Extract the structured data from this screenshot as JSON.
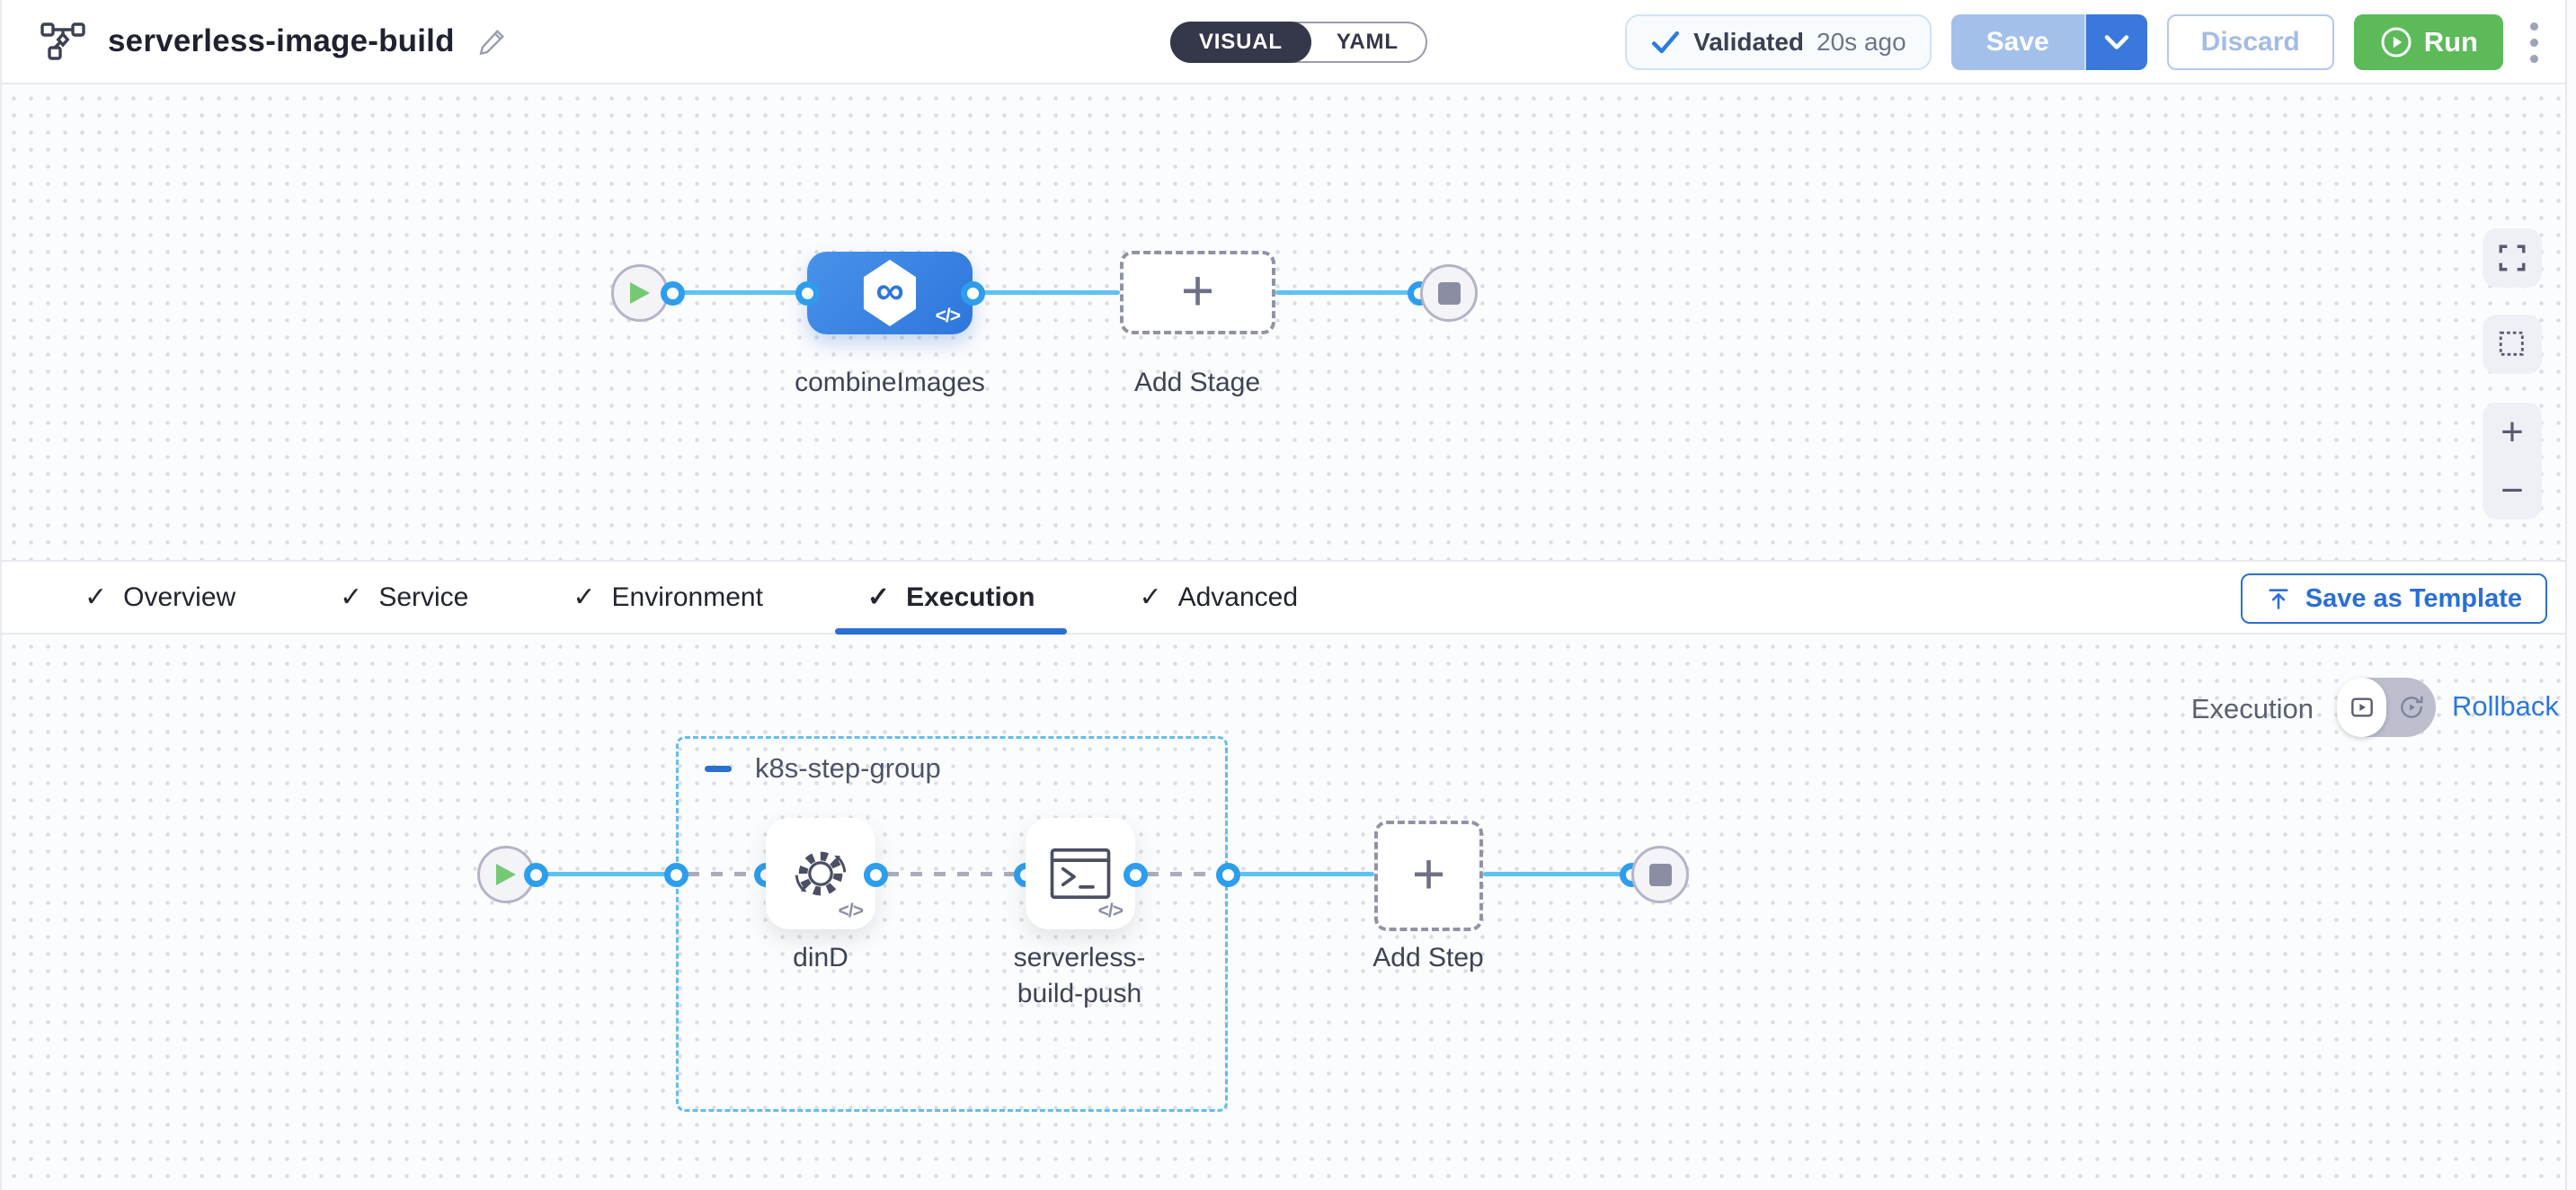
{
  "header": {
    "title": "serverless-image-build",
    "mode_toggle": {
      "visual": "VISUAL",
      "yaml": "YAML"
    },
    "validation": {
      "label": "Validated",
      "time": "20s ago"
    },
    "save_label": "Save",
    "discard_label": "Discard",
    "run_label": "Run"
  },
  "stage_canvas": {
    "stage_label": "combineImages",
    "add_stage_label": "Add Stage"
  },
  "tabs": {
    "items": [
      {
        "label": "Overview"
      },
      {
        "label": "Service"
      },
      {
        "label": "Environment"
      },
      {
        "label": "Execution"
      },
      {
        "label": "Advanced"
      }
    ],
    "active": "Execution",
    "save_as_template_label": "Save as Template"
  },
  "execution_panel": {
    "mode_label": "Execution",
    "rollback_label": "Rollback",
    "step_group": {
      "name": "k8s-step-group",
      "steps": [
        {
          "label": "dinD"
        },
        {
          "label": "serverless-build-push",
          "label_line1": "serverless-",
          "label_line2": "build-push"
        }
      ]
    },
    "add_step_label": "Add Step"
  },
  "icons": {
    "check": "✓",
    "plus": "+",
    "minus": "−",
    "infinity": "∞",
    "code": "</>"
  },
  "colors": {
    "accent_blue": "#3a78dc",
    "tab_underline": "#2a6fd3",
    "edge_blue": "#5ec2f3",
    "port_ring": "#2d9ded",
    "run_green": "#5cba58",
    "stage_node_blue": "#2e76dc",
    "group_dash": "#66bbed",
    "validated_border": "#cfe2f4",
    "canvas_dot": "#d9dde4"
  }
}
